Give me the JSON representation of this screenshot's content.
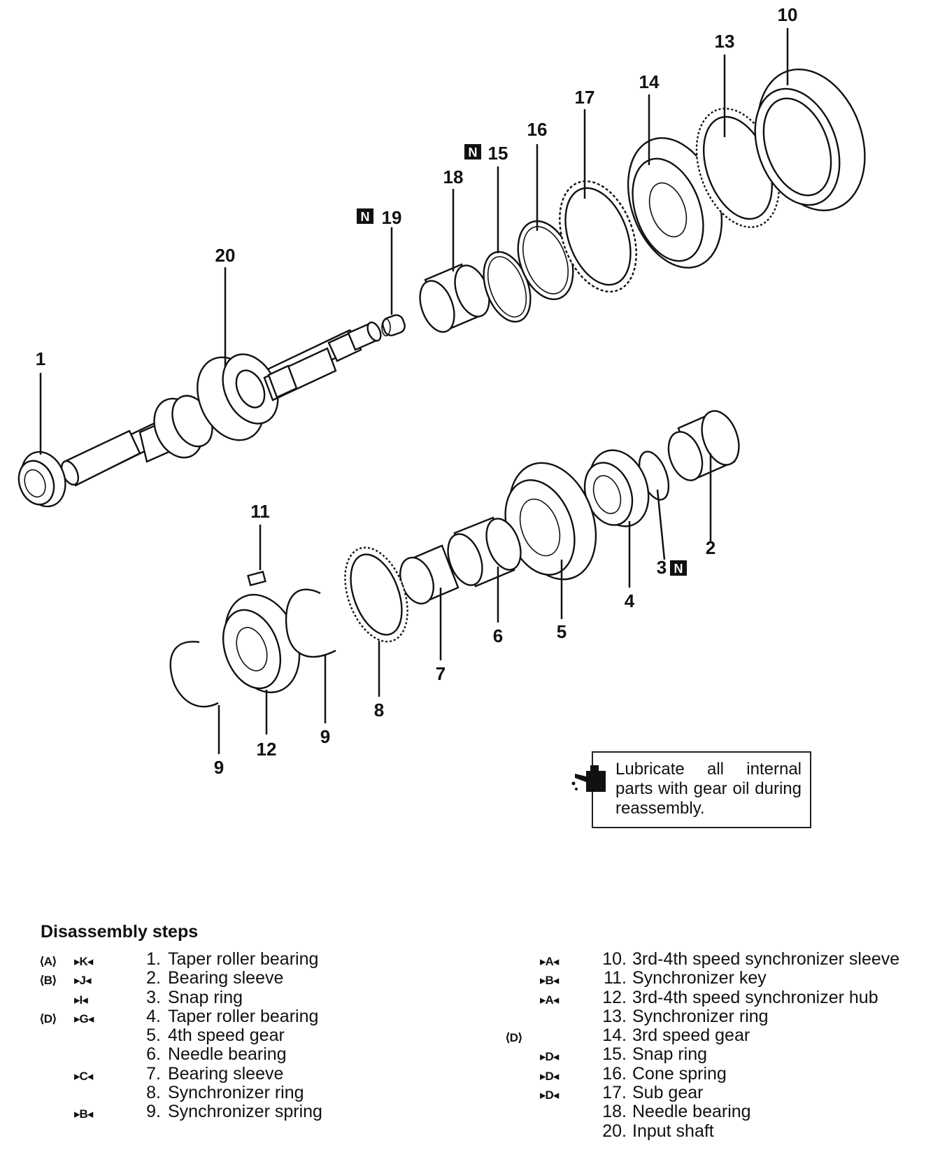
{
  "callouts": [
    {
      "id": "c1",
      "text": "1"
    },
    {
      "id": "c2",
      "text": "2"
    },
    {
      "id": "c3",
      "text": "3"
    },
    {
      "id": "c4",
      "text": "4"
    },
    {
      "id": "c5",
      "text": "5"
    },
    {
      "id": "c6",
      "text": "6"
    },
    {
      "id": "c7",
      "text": "7"
    },
    {
      "id": "c8",
      "text": "8"
    },
    {
      "id": "c9a",
      "text": "9"
    },
    {
      "id": "c9b",
      "text": "9"
    },
    {
      "id": "c10",
      "text": "10"
    },
    {
      "id": "c11",
      "text": "11"
    },
    {
      "id": "c12",
      "text": "12"
    },
    {
      "id": "c13",
      "text": "13"
    },
    {
      "id": "c14",
      "text": "14"
    },
    {
      "id": "c15",
      "text": "15"
    },
    {
      "id": "c16",
      "text": "16"
    },
    {
      "id": "c17",
      "text": "17"
    },
    {
      "id": "c18",
      "text": "18"
    },
    {
      "id": "c19",
      "text": "19"
    },
    {
      "id": "c20",
      "text": "20"
    }
  ],
  "new_part_tag": "N",
  "note": {
    "text": "Lubricate all internal parts with gear oil during reassembly.",
    "icon": "oil-can-icon"
  },
  "steps": {
    "heading": "Disassembly steps",
    "left": [
      {
        "open": "⟨A⟩",
        "solid": "▸K◂",
        "num": "1.",
        "name": "Taper roller bearing"
      },
      {
        "open": "⟨B⟩",
        "solid": "▸J◂",
        "num": "2.",
        "name": "Bearing sleeve"
      },
      {
        "open": "",
        "solid": "▸I◂",
        "num": "3.",
        "name": "Snap ring"
      },
      {
        "open": "⟨D⟩",
        "solid": "▸G◂",
        "num": "4.",
        "name": "Taper roller bearing"
      },
      {
        "open": "",
        "solid": "",
        "num": "5.",
        "name": "4th speed gear"
      },
      {
        "open": "",
        "solid": "",
        "num": "6.",
        "name": "Needle bearing"
      },
      {
        "open": "",
        "solid": "▸C◂",
        "num": "7.",
        "name": "Bearing sleeve"
      },
      {
        "open": "",
        "solid": "",
        "num": "8.",
        "name": "Synchronizer ring"
      },
      {
        "open": "",
        "solid": "▸B◂",
        "num": "9.",
        "name": "Synchronizer spring"
      }
    ],
    "right": [
      {
        "open": "",
        "solid": "▸A◂",
        "num": "10.",
        "name": "3rd-4th speed synchronizer sleeve"
      },
      {
        "open": "",
        "solid": "▸B◂",
        "num": "11.",
        "name": "Synchronizer key"
      },
      {
        "open": "",
        "solid": "▸A◂",
        "num": "12.",
        "name": "3rd-4th speed synchronizer hub"
      },
      {
        "open": "",
        "solid": "",
        "num": "13.",
        "name": "Synchronizer ring"
      },
      {
        "open": "⟨D⟩",
        "solid": "",
        "num": "14.",
        "name": "3rd speed gear"
      },
      {
        "open": "",
        "solid": "▸D◂",
        "num": "15.",
        "name": "Snap ring"
      },
      {
        "open": "",
        "solid": "▸D◂",
        "num": "16.",
        "name": "Cone spring"
      },
      {
        "open": "",
        "solid": "▸D◂",
        "num": "17.",
        "name": "Sub gear"
      },
      {
        "open": "",
        "solid": "",
        "num": "18.",
        "name": "Needle bearing"
      },
      {
        "open": "",
        "solid": "",
        "num": "20.",
        "name": "Input shaft"
      }
    ]
  }
}
